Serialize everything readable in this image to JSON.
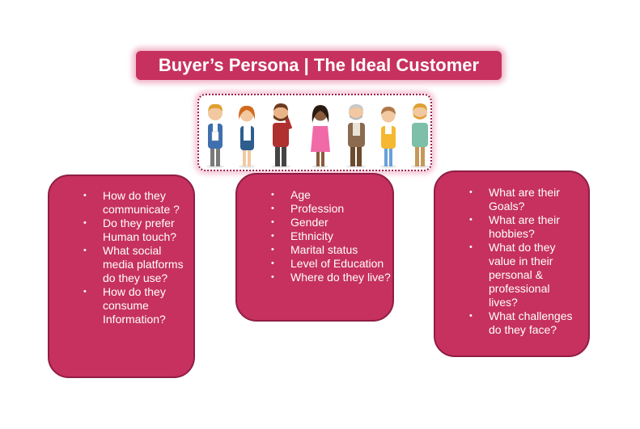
{
  "title": "Buyer’s Persona | The Ideal Customer",
  "illustration": {
    "name": "group-of-people-illustration"
  },
  "cards": {
    "left": [
      "How do they communicate ?",
      "Do they prefer Human touch?",
      "What social media platforms do they use?",
      "How do they consume Information?"
    ],
    "middle": [
      "Age",
      "Profession",
      "Gender",
      "Ethnicity",
      "Marital status",
      "Level of Education",
      "Where do they live?"
    ],
    "right": [
      "What are their Goals?",
      "What are their hobbies?",
      "What do they value in their personal & professional lives?",
      "What challenges do they face?"
    ]
  },
  "colors": {
    "card_fill": "#c6315f",
    "card_border": "#8f1e44",
    "frame_border": "#9e1d48",
    "text": "#ffffff"
  }
}
